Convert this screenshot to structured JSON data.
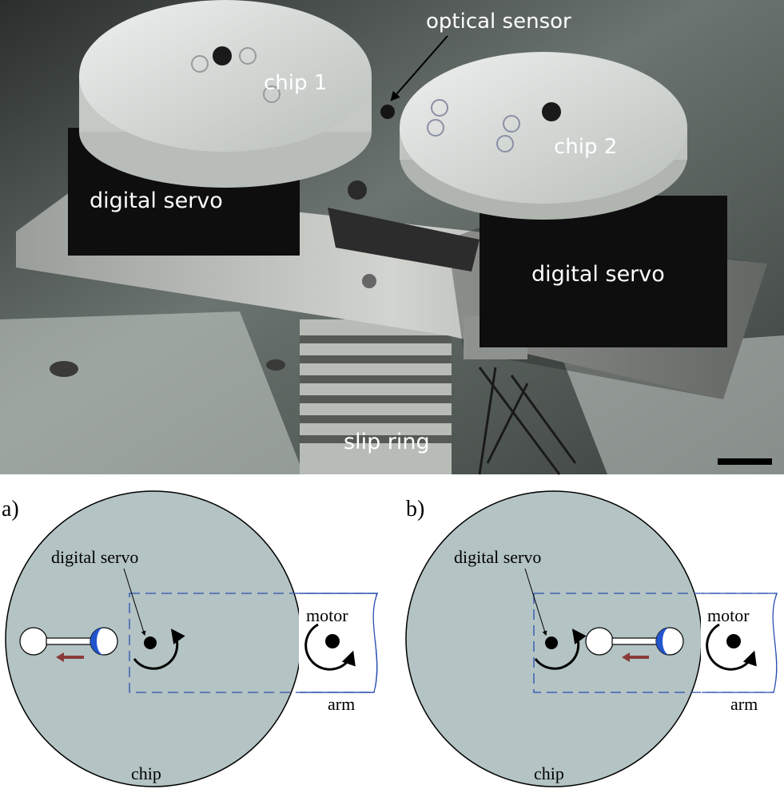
{
  "photo": {
    "labels": {
      "optical_sensor": "optical sensor",
      "chip_1": "chip 1",
      "chip_2": "chip 2",
      "digital_servo_left": "digital servo",
      "digital_servo_right": "digital servo",
      "slip_ring": "slip ring"
    }
  },
  "panel_a": {
    "tag": "a)",
    "digital_servo_label": "digital servo",
    "motor_label": "motor",
    "arm_label": "arm",
    "chip_label": "chip"
  },
  "panel_b": {
    "tag": "b)",
    "digital_servo_label": "digital servo",
    "motor_label": "motor",
    "arm_label": "arm",
    "chip_label": "chip"
  },
  "colors": {
    "chip_fill": "#b4c3c3",
    "arm_outline": "#2a4fb0",
    "fluid_blue": "#2255cc",
    "flow_arrow": "#8b3a3a"
  }
}
